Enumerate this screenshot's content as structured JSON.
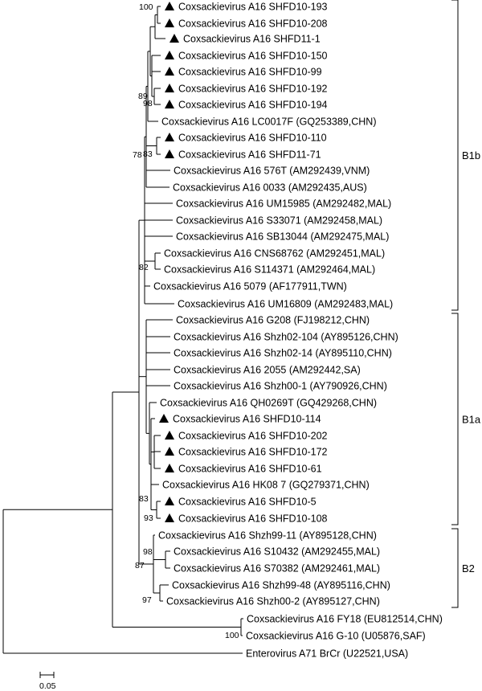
{
  "tree": {
    "taxa": [
      {
        "id": "t1",
        "label": "Coxsackievirus A16 SHFD10-193",
        "marker": true
      },
      {
        "id": "t2",
        "label": "Coxsackievirus A16 SHFD10-208",
        "marker": true
      },
      {
        "id": "t3",
        "label": "Coxsackievirus A16 SHFD11-1",
        "marker": true
      },
      {
        "id": "t4",
        "label": "Coxsackievirus A16 SHFD10-150",
        "marker": true
      },
      {
        "id": "t5",
        "label": "Coxsackievirus A16 SHFD10-99",
        "marker": true
      },
      {
        "id": "t6",
        "label": "Coxsackievirus A16 SHFD10-192",
        "marker": true
      },
      {
        "id": "t7",
        "label": "Coxsackievirus A16 SHFD10-194",
        "marker": true
      },
      {
        "id": "t8",
        "label": "Coxsackievirus A16 LC0017F (GQ253389,CHN)",
        "marker": false
      },
      {
        "id": "t9",
        "label": "Coxsackievirus A16 SHFD10-110",
        "marker": true
      },
      {
        "id": "t10",
        "label": "Coxsackievirus A16 SHFD11-71",
        "marker": true
      },
      {
        "id": "t11",
        "label": "Coxsackievirus A16 576T (AM292439,VNM)",
        "marker": false
      },
      {
        "id": "t12",
        "label": "Coxsackievirus A16 0033 (AM292435,AUS)",
        "marker": false
      },
      {
        "id": "t13",
        "label": "Coxsackievirus A16 UM15985 (AM292482,MAL)",
        "marker": false
      },
      {
        "id": "t14",
        "label": "Coxsackievirus A16 S33071 (AM292458,MAL)",
        "marker": false
      },
      {
        "id": "t15",
        "label": "Coxsackievirus A16 SB13044 (AM292475,MAL)",
        "marker": false
      },
      {
        "id": "t16",
        "label": "Coxsackievirus A16 CNS68762 (AM292451,MAL)",
        "marker": false
      },
      {
        "id": "t17",
        "label": "Coxsackievirus A16 S114371 (AM292464,MAL)",
        "marker": false
      },
      {
        "id": "t18",
        "label": "Coxsackievirus A16 5079 (AF177911,TWN)",
        "marker": false
      },
      {
        "id": "t19",
        "label": "Coxsackievirus A16 UM16809 (AM292483,MAL)",
        "marker": false
      },
      {
        "id": "t20",
        "label": "Coxsackievirus A16 G208 (FJ198212,CHN)",
        "marker": false
      },
      {
        "id": "t21",
        "label": "Coxsackievirus A16 Shzh02-104 (AY895126,CHN)",
        "marker": false
      },
      {
        "id": "t22",
        "label": "Coxsackievirus A16 Shzh02-14 (AY895110,CHN)",
        "marker": false
      },
      {
        "id": "t23",
        "label": "Coxsackievirus A16 2055 (AM292442,SA)",
        "marker": false
      },
      {
        "id": "t24",
        "label": "Coxsackievirus A16 Shzh00-1 (AY790926,CHN)",
        "marker": false
      },
      {
        "id": "t25",
        "label": "Coxsackievirus A16 QH0269T (GQ429268,CHN)",
        "marker": false
      },
      {
        "id": "t26",
        "label": "Coxsackievirus A16 SHFD10-114",
        "marker": true
      },
      {
        "id": "t27",
        "label": "Coxsackievirus A16 SHFD10-202",
        "marker": true
      },
      {
        "id": "t28",
        "label": "Coxsackievirus A16 SHFD10-172",
        "marker": true
      },
      {
        "id": "t29",
        "label": "Coxsackievirus A16 SHFD10-61",
        "marker": true
      },
      {
        "id": "t30",
        "label": "Coxsackievirus A16 HK08 7 (GQ279371,CHN)",
        "marker": false
      },
      {
        "id": "t31",
        "label": "Coxsackievirus A16 SHFD10-5",
        "marker": true
      },
      {
        "id": "t32",
        "label": "Coxsackievirus A16 SHFD10-108",
        "marker": true
      },
      {
        "id": "t33",
        "label": "Coxsackievirus A16 Shzh99-11 (AY895128,CHN)",
        "marker": false
      },
      {
        "id": "t34",
        "label": "Coxsackievirus A16 S10432 (AM292455,MAL)",
        "marker": false
      },
      {
        "id": "t35",
        "label": "Coxsackievirus A16 S70382 (AM292461,MAL)",
        "marker": false
      },
      {
        "id": "t36",
        "label": "Coxsackievirus A16 Shzh99-48 (AY895116,CHN)",
        "marker": false
      },
      {
        "id": "t37",
        "label": "Coxsackievirus A16 Shzh00-2 (AY895127,CHN)",
        "marker": false
      },
      {
        "id": "t38",
        "label": "Coxsackievirus A16 FY18 (EU812514,CHN)",
        "marker": false
      },
      {
        "id": "t39",
        "label": "Coxsackievirus A16 G-10 (U05876,SAF)",
        "marker": false
      },
      {
        "id": "t40",
        "label": "Enterovirus A71 BrCr (U22521,USA)",
        "marker": false
      }
    ],
    "bootstrap": [
      {
        "node": "n1",
        "value": "100"
      },
      {
        "node": "n6",
        "value": "89"
      },
      {
        "node": "n4",
        "value": "98"
      },
      {
        "node": "n8",
        "value": "83"
      },
      {
        "node": "n9",
        "value": "78"
      },
      {
        "node": "n11",
        "value": "82"
      },
      {
        "node": "n14",
        "value": "83"
      },
      {
        "node": "n13",
        "value": "93"
      },
      {
        "node": "n17",
        "value": "98"
      },
      {
        "node": "n19",
        "value": "87"
      },
      {
        "node": "n18",
        "value": "97"
      },
      {
        "node": "n21",
        "value": "100"
      }
    ],
    "clades": [
      {
        "label": "B1b",
        "from": "t1",
        "to": "t19"
      },
      {
        "label": "B1a",
        "from": "t20",
        "to": "t32"
      },
      {
        "label": "B2",
        "from": "t33",
        "to": "t37"
      }
    ],
    "scale_bar": {
      "label": "0.05"
    }
  }
}
